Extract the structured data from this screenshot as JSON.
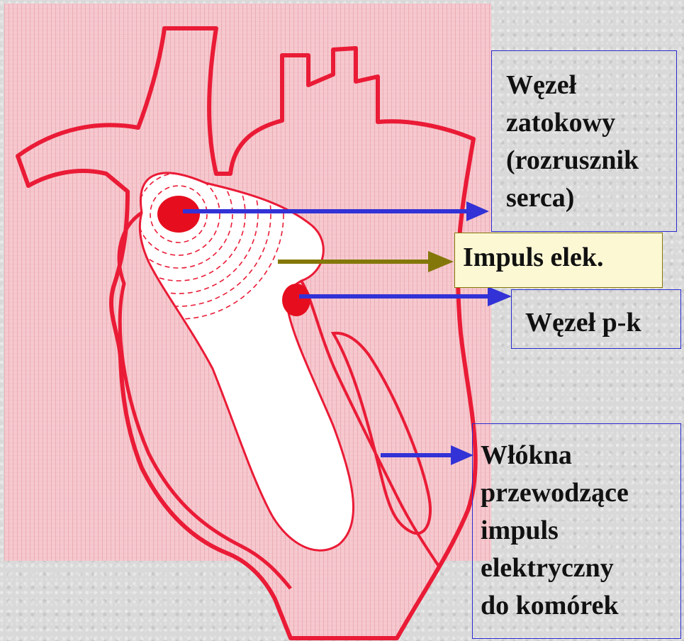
{
  "labels": {
    "sinoatrial_node": [
      "Węzeł",
      "zatokowy",
      "(rozrusznik",
      "serca)"
    ],
    "electric_impulse": "Impuls elek.",
    "av_node": "Węzeł p-k",
    "conducting_fibers": [
      "Włókna",
      "przewodzące",
      "impuls",
      "elektryczny",
      "do komórek"
    ]
  },
  "colors": {
    "heart_outline": "#ea1b36",
    "heart_fill": "#f3bcc3",
    "node": "#e60e1e",
    "arrow_blue": "#3232d6",
    "arrow_olive": "#84770a",
    "impulse_box_bg": "#fdf8d4",
    "box_border": "#2b2bd0"
  }
}
